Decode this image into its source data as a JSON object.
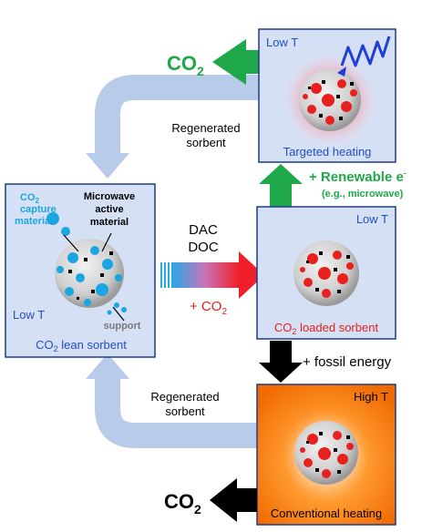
{
  "targeted_box": {
    "temp_label": "Low T",
    "caption": "Targeted heating"
  },
  "lean_box": {
    "co2_capture_label": [
      "CO",
      "capture",
      "material"
    ],
    "co2_sub": "2",
    "microwave_label": [
      "Microwave",
      "active",
      "material"
    ],
    "temp_label": "Low T",
    "support_label": "support",
    "caption_prefix": "CO",
    "caption_sub": "2",
    "caption_suffix": " lean sorbent"
  },
  "loaded_box": {
    "temp_label": "Low T",
    "caption_prefix": "CO",
    "caption_sub": "2",
    "caption_suffix": " loaded sorbent"
  },
  "conventional_box": {
    "temp_label": "High T",
    "caption": "Conventional heating"
  },
  "arrows": {
    "co2_top": {
      "main": "CO",
      "sub": "2"
    },
    "co2_bottom": {
      "main": "CO",
      "sub": "2"
    },
    "regen_top": [
      "Regenerated",
      "sorbent"
    ],
    "regen_bottom": [
      "Regenerated",
      "sorbent"
    ],
    "dac": "DAC",
    "doc": "DOC",
    "plus_co2": {
      "main": "+ CO",
      "sub": "2"
    },
    "renewable": {
      "main": "+ Renewable e",
      "sup": "-"
    },
    "microwave_note": "(e.g., microwave)",
    "fossil": "+ fossil energy"
  },
  "colors": {
    "background": "#ffffff",
    "box_fill": "#d6e0f5",
    "box_stroke": "#1f3b8c",
    "blue_text": "#1f4fc4",
    "green": "#1fa84a",
    "red": "#e8201e",
    "light_blue_arrow": "#b8cbe8",
    "black": "#000000",
    "cyan_particle": "#1aa6e0"
  }
}
